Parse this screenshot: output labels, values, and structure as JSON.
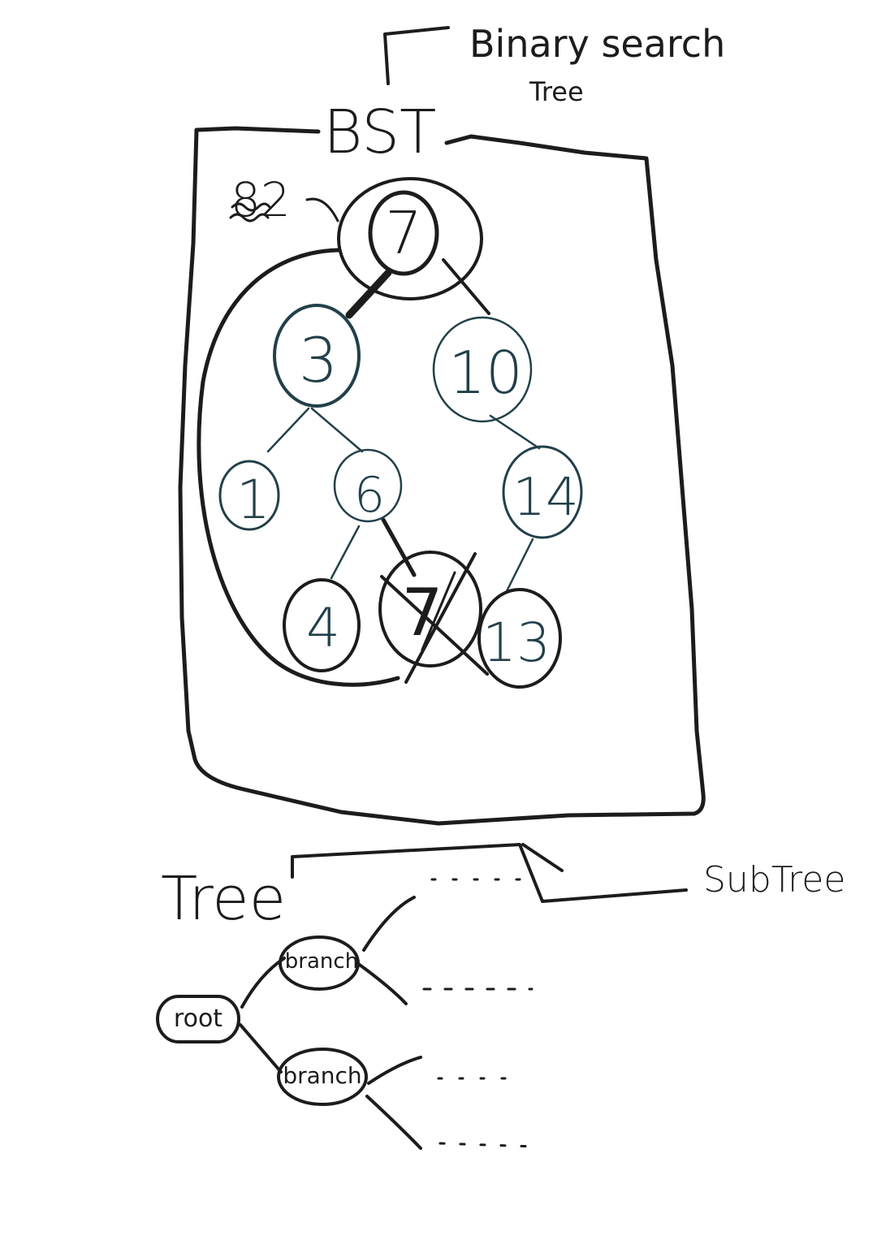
{
  "labels": {
    "binary_search": "Binary search",
    "tree_small": "Tree",
    "bst": "BST",
    "note_number": "82",
    "tree_heading": "Tree",
    "subtree": "SubTree"
  },
  "bst_nodes": {
    "root": "7",
    "n3": "3",
    "n10": "10",
    "n1": "1",
    "n6": "6",
    "n14": "14",
    "n4": "4",
    "n7_crossed": "7",
    "n13": "13"
  },
  "tree_nodes": {
    "root": "root",
    "branch_top": "branch",
    "branch_bottom": "branch"
  },
  "colors": {
    "ink": "#1c1c1c",
    "node_ink": "#22404a",
    "background": "#ffffff"
  }
}
